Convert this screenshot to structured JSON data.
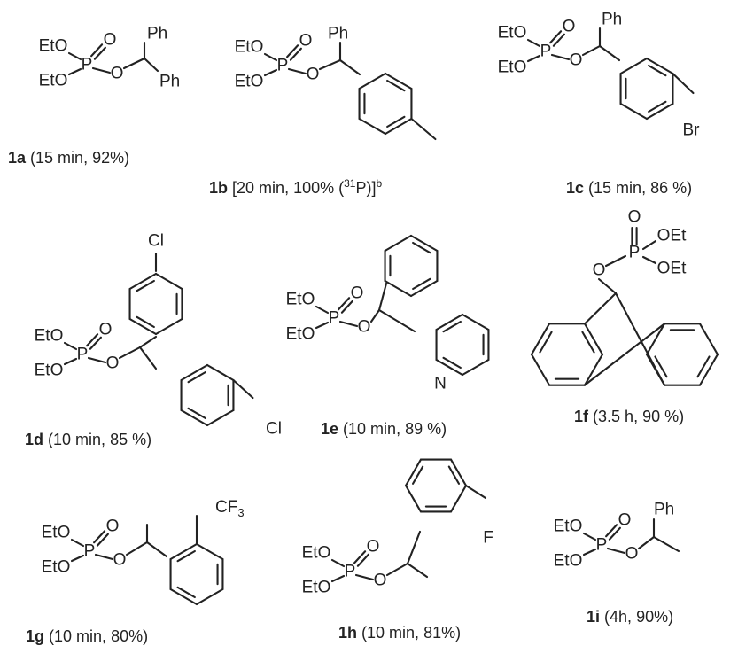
{
  "atoms": {
    "eto": "EtO",
    "oet": "OEt",
    "p": "P",
    "o": "O",
    "ph": "Ph",
    "br": "Br",
    "cl": "Cl",
    "n": "N",
    "f": "F",
    "cf": "CF",
    "three": "3"
  },
  "compounds": [
    {
      "label": "1a",
      "time": "15 min",
      "yield": "92%"
    },
    {
      "label": "1b",
      "time": "20 min",
      "yield": "100%",
      "method_pre": " (",
      "method_sup": "31",
      "method_elem": "P",
      "method_post": ")]",
      "footnote": "b"
    },
    {
      "label": "1c",
      "time": "15 min",
      "yield": "86 %"
    },
    {
      "label": "1d",
      "time": "10 min",
      "yield": "85 %"
    },
    {
      "label": "1e",
      "time": "10 min",
      "yield": "89 %"
    },
    {
      "label": "1f",
      "time": "3.5 h",
      "yield": "90 %"
    },
    {
      "label": "1g",
      "time": "10 min",
      "yield": "80%"
    },
    {
      "label": "1h",
      "time": "10 min",
      "yield": "81%"
    },
    {
      "label": "1i",
      "time": "4h",
      "yield": "90%"
    }
  ]
}
